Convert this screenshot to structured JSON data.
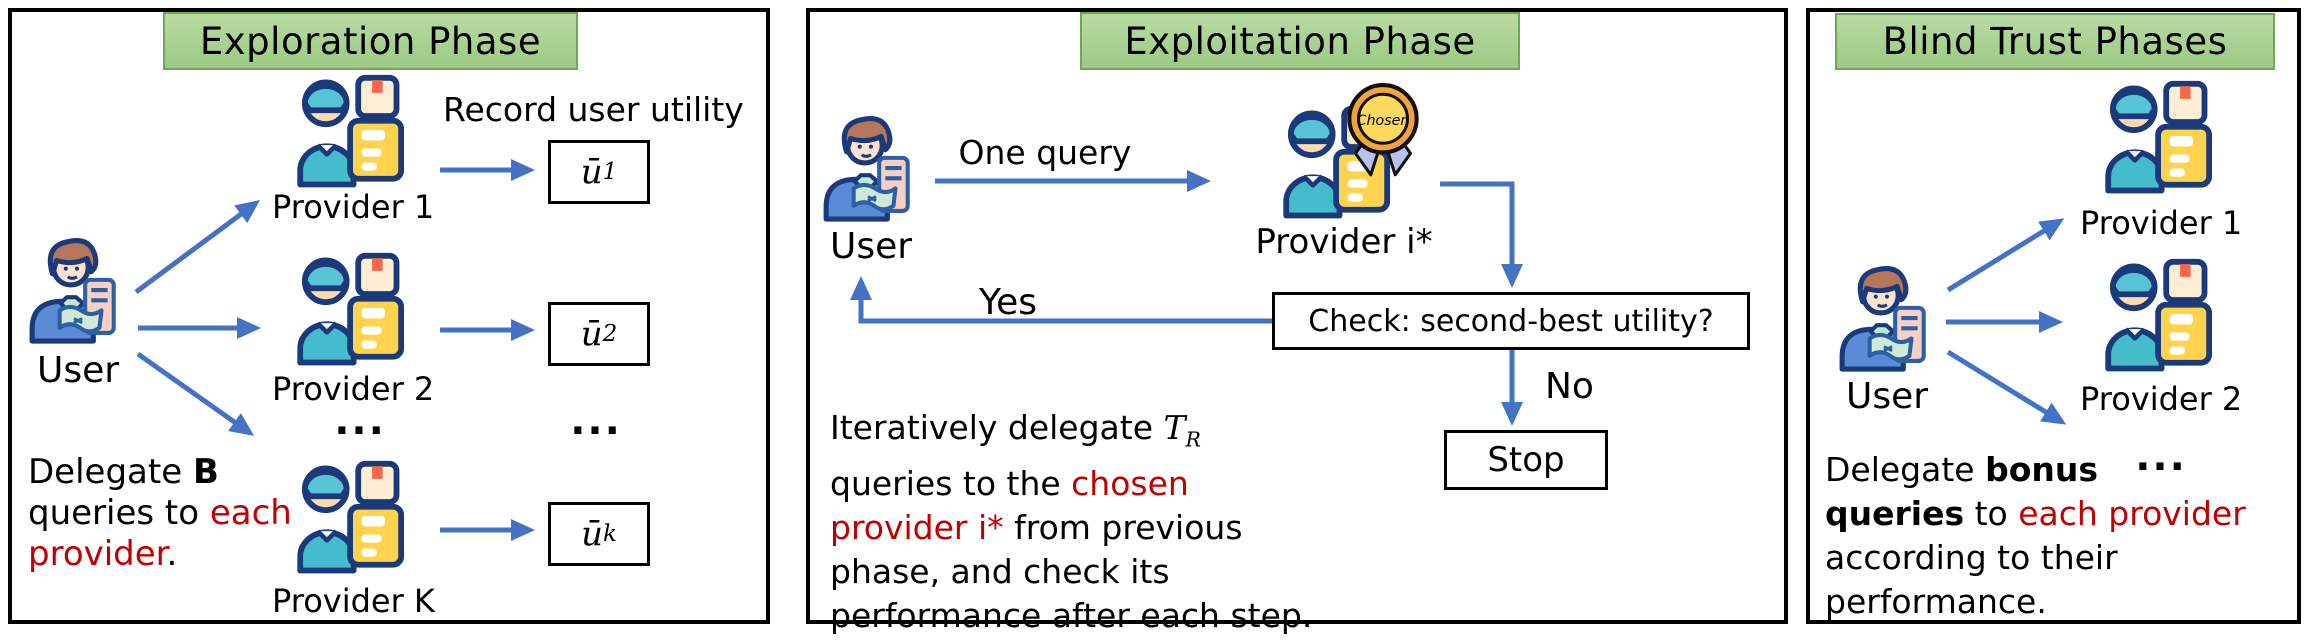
{
  "colors": {
    "accent_blue": "#4472c4",
    "accent_red": "#c00000",
    "header_green": "#a9d18e",
    "header_green_border": "#71a657"
  },
  "panel1": {
    "title": "Exploration Phase",
    "user_label": "User",
    "record_label": "Record user utility",
    "providers": [
      {
        "label": "Provider 1",
        "utility_base": "ū",
        "utility_sub": "1"
      },
      {
        "label": "Provider 2",
        "utility_base": "ū",
        "utility_sub": "2"
      },
      {
        "label": "Provider K",
        "utility_base": "ū",
        "utility_sub": "k"
      }
    ],
    "providers_ellipsis": "...",
    "utilities_ellipsis": "...",
    "note": {
      "l1a": "Delegate ",
      "l1b": "B",
      "l2a": "queries to ",
      "l2b": "each",
      "l3a": "provider",
      "l3b": "."
    }
  },
  "panel2": {
    "title": "Exploitation Phase",
    "user_label": "User",
    "one_query_label": "One query",
    "provider_label": "Provider i*",
    "badge_label": "Chosen",
    "check_label": "Check: second-best utility?",
    "yes_label": "Yes",
    "no_label": "No",
    "stop_label": "Stop",
    "note": {
      "l1a": "Iteratively delegate ",
      "l1b": "T",
      "l1c": "R",
      "l2a": "queries to the ",
      "l2b": "chosen",
      "l3a": "provider i*",
      "l3b": " from previous",
      "l4": "phase, and check its",
      "l5": "performance after each step."
    }
  },
  "panel3": {
    "title": "Blind Trust Phases",
    "user_label": "User",
    "providers": [
      {
        "label": "Provider 1"
      },
      {
        "label": "Provider 2"
      }
    ],
    "providers_ellipsis": "...",
    "note": {
      "l1a": "Delegate ",
      "l1b": "bonus",
      "l2a": "queries",
      "l2b": " to ",
      "l2c": "each provider",
      "l3": "according to their",
      "l4": "performance."
    }
  }
}
